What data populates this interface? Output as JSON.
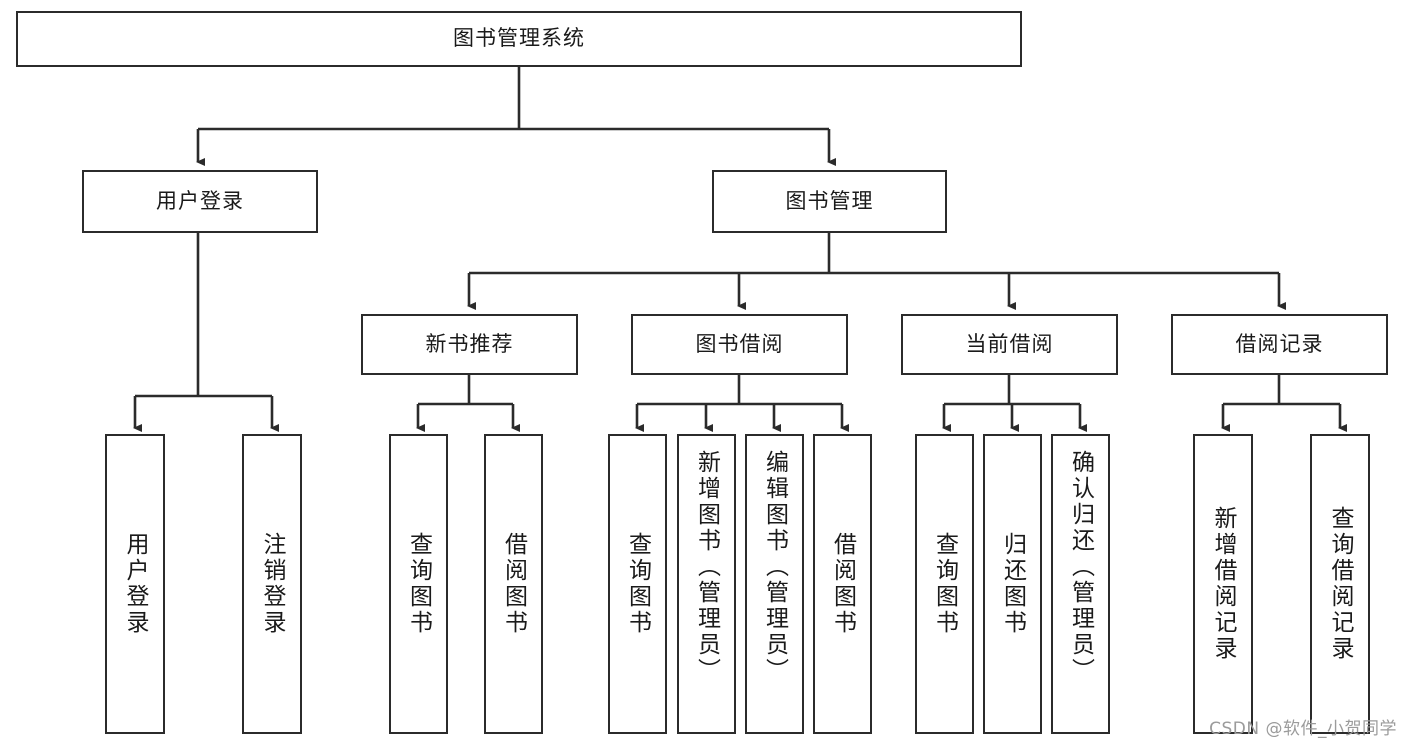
{
  "diagram": {
    "type": "tree-hierarchy-chart",
    "title": "图书管理系统",
    "watermark": "CSDN @软件_小贺同学",
    "colors": {
      "box_border": "#2b2b2b",
      "box_fill": "#ffffff",
      "connector": "#2b2b2b",
      "text": "#1a1a1a",
      "watermark": "#9b9b9b"
    },
    "root": {
      "label": "图书管理系统"
    },
    "level2": [
      {
        "label": "用户登录"
      },
      {
        "label": "图书管理"
      }
    ],
    "level3": [
      {
        "label": "新书推荐"
      },
      {
        "label": "图书借阅"
      },
      {
        "label": "当前借阅"
      },
      {
        "label": "借阅记录"
      }
    ],
    "leaves": {
      "user_login": [
        {
          "label": "用户登录"
        },
        {
          "label": "注销登录"
        }
      ],
      "new_book_recommend": [
        {
          "label": "查询图书"
        },
        {
          "label": "借阅图书"
        }
      ],
      "book_borrow": [
        {
          "label": "查询图书"
        },
        {
          "label": "新增图书（管理员）"
        },
        {
          "label": "编辑图书（管理员）"
        },
        {
          "label": "借阅图书"
        }
      ],
      "current_borrow": [
        {
          "label": "查询图书"
        },
        {
          "label": "归还图书"
        },
        {
          "label": "确认归还（管理员）"
        }
      ],
      "borrow_record": [
        {
          "label": "新增借阅记录"
        },
        {
          "label": "查询借阅记录"
        }
      ]
    }
  }
}
